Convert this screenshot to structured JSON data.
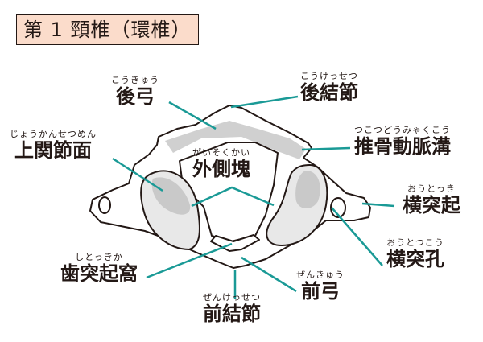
{
  "title": "第 1 頸椎（環椎）",
  "colors": {
    "leader": "#1a9a96",
    "title_bg": "#fbdccb",
    "bone_shade": "#c9c9c9"
  },
  "labels": {
    "posterior_arch": {
      "ruby": "こうきゅう",
      "text": "後弓"
    },
    "posterior_tubercle": {
      "ruby": "こうけっせつ",
      "text": "後結節"
    },
    "superior_articular_facet": {
      "ruby": "じょうかんせつめん",
      "text": "上関節面"
    },
    "lateral_mass": {
      "ruby": "がいそくかい",
      "text": "外側塊"
    },
    "vertebral_artery_groove": {
      "ruby": "つこつどうみゃくこう",
      "text": "推骨動脈溝"
    },
    "transverse_process": {
      "ruby": "おうとっき",
      "text": "横突起"
    },
    "transverse_foramen": {
      "ruby": "おうとつこう",
      "text": "横突孔"
    },
    "dens_fovea": {
      "ruby": "しとっきか",
      "text": "歯突起窩"
    },
    "anterior_arch": {
      "ruby": "ぜんきゅう",
      "text": "前弓"
    },
    "anterior_tubercle": {
      "ruby": "ぜんけっせつ",
      "text": "前結節"
    }
  }
}
